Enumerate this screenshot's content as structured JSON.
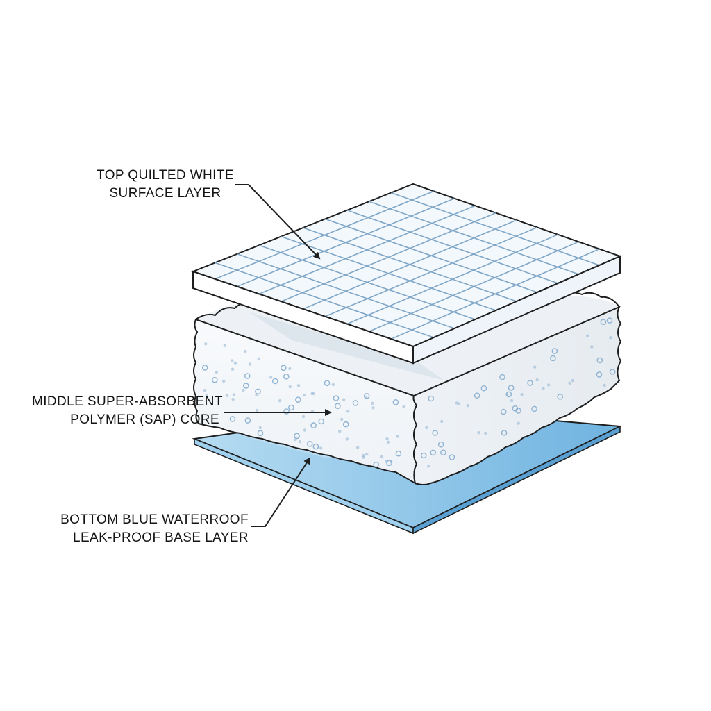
{
  "labels": {
    "top": {
      "line1": "TOP QUILTED WHITE",
      "line2": "SURFACE LAYER"
    },
    "middle": {
      "line1": "MIDDLE SUPER-ABSORBENT",
      "line2": "POLYMER (SAP) CORE"
    },
    "bottom": {
      "line1": "BOTTOM BLUE WATERROOF",
      "line2": "LEAK-PROOF BASE LAYER"
    }
  },
  "colors": {
    "outline": "#1e1e1e",
    "top_face": "#f3f8fd",
    "quilt_line": "#7fa6c6",
    "core_fill": "#f4f6f8",
    "core_dots": "#8fb3d2",
    "base_top": "#8cc4e6",
    "base_edge": "#5aa0d2"
  },
  "icons": [
    "callout-arrow"
  ]
}
